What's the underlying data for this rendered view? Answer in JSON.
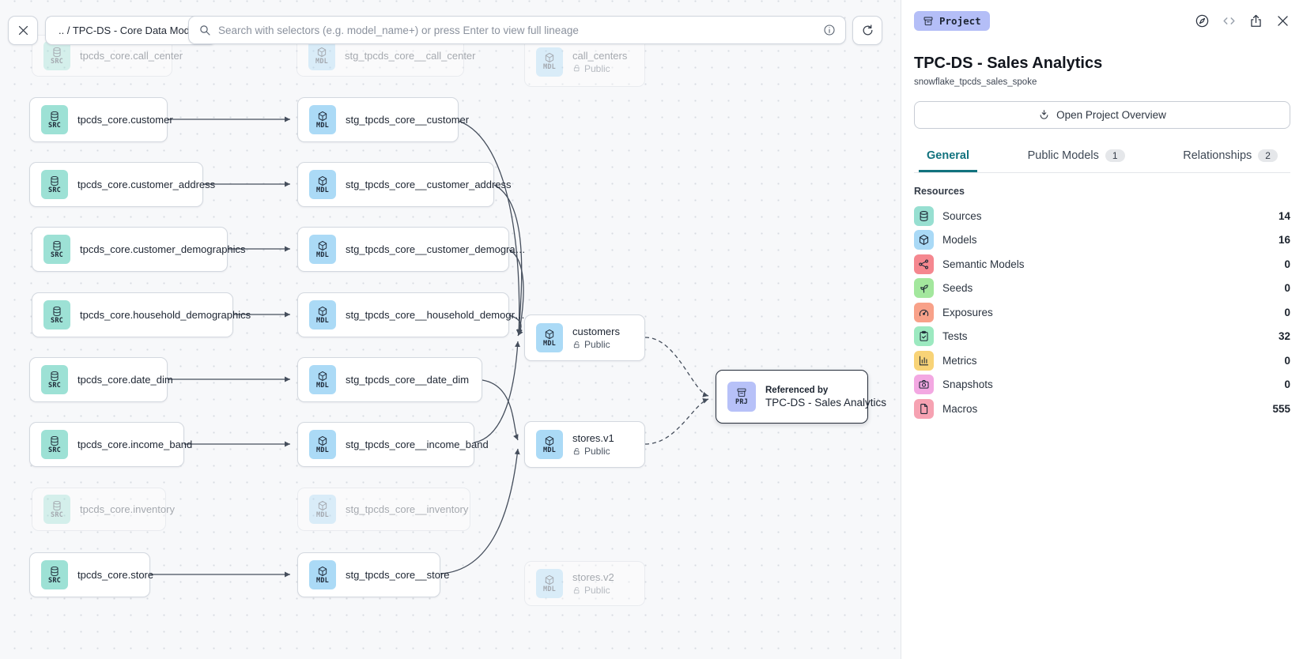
{
  "toolbar": {
    "close_label": "close",
    "breadcrumb": ".. / TPC-DS - Core Data Models",
    "search_placeholder": "Search with selectors (e.g. model_name+) or press Enter to view full lineage"
  },
  "canvas": {
    "colors": {
      "src": "#9de1d5",
      "mdl": "#abdaf6",
      "prj": "#b7c1f8"
    },
    "nodes": [
      {
        "type": "SRC",
        "label": "tpcds_core.call_center"
      },
      {
        "type": "MDL",
        "label": "stg_tpcds_core__call_center"
      },
      {
        "type": "MDL",
        "label": "call_centers",
        "access": "Public"
      },
      {
        "type": "SRC",
        "label": "tpcds_core.customer"
      },
      {
        "type": "MDL",
        "label": "stg_tpcds_core__customer"
      },
      {
        "type": "SRC",
        "label": "tpcds_core.customer_address"
      },
      {
        "type": "MDL",
        "label": "stg_tpcds_core__customer_address"
      },
      {
        "type": "SRC",
        "label": "tpcds_core.customer_demographics"
      },
      {
        "type": "MDL",
        "label": "stg_tpcds_core__customer_demogra…"
      },
      {
        "type": "SRC",
        "label": "tpcds_core.household_demographics"
      },
      {
        "type": "MDL",
        "label": "stg_tpcds_core__household_demogr…"
      },
      {
        "type": "SRC",
        "label": "tpcds_core.date_dim"
      },
      {
        "type": "MDL",
        "label": "stg_tpcds_core__date_dim"
      },
      {
        "type": "SRC",
        "label": "tpcds_core.income_band"
      },
      {
        "type": "MDL",
        "label": "stg_tpcds_core__income_band"
      },
      {
        "type": "SRC",
        "label": "tpcds_core.inventory"
      },
      {
        "type": "MDL",
        "label": "stg_tpcds_core__inventory"
      },
      {
        "type": "SRC",
        "label": "tpcds_core.store"
      },
      {
        "type": "MDL",
        "label": "stg_tpcds_core__store"
      },
      {
        "type": "MDL",
        "label": "customers",
        "access": "Public"
      },
      {
        "type": "MDL",
        "label": "stores.v1",
        "access": "Public"
      },
      {
        "type": "MDL",
        "label": "stores.v2",
        "access": "Public"
      },
      {
        "type": "PRJ",
        "kicker": "Referenced by",
        "label": "TPC-DS - Sales Analytics"
      }
    ]
  },
  "panel": {
    "badge": "Project",
    "title": "TPC-DS - Sales Analytics",
    "subtitle": "snowflake_tpcds_sales_spoke",
    "overview_button": "Open Project Overview",
    "accent_color": "#11727e",
    "tabs": [
      {
        "label": "General"
      },
      {
        "label": "Public Models",
        "count": "1"
      },
      {
        "label": "Relationships",
        "count": "2"
      }
    ],
    "section_title": "Resources",
    "resources": [
      {
        "label": "Sources",
        "value": "14",
        "color": "#97dfd1"
      },
      {
        "label": "Models",
        "value": "16",
        "color": "#a9d9f6"
      },
      {
        "label": "Semantic Models",
        "value": "0",
        "color": "#f5878f"
      },
      {
        "label": "Seeds",
        "value": "0",
        "color": "#a3e79d"
      },
      {
        "label": "Exposures",
        "value": "0",
        "color": "#f8a189"
      },
      {
        "label": "Tests",
        "value": "32",
        "color": "#9ce9c0"
      },
      {
        "label": "Metrics",
        "value": "0",
        "color": "#f8d377"
      },
      {
        "label": "Snapshots",
        "value": "0",
        "color": "#f3a8e2"
      },
      {
        "label": "Macros",
        "value": "555",
        "color": "#f6a2b2"
      }
    ]
  }
}
